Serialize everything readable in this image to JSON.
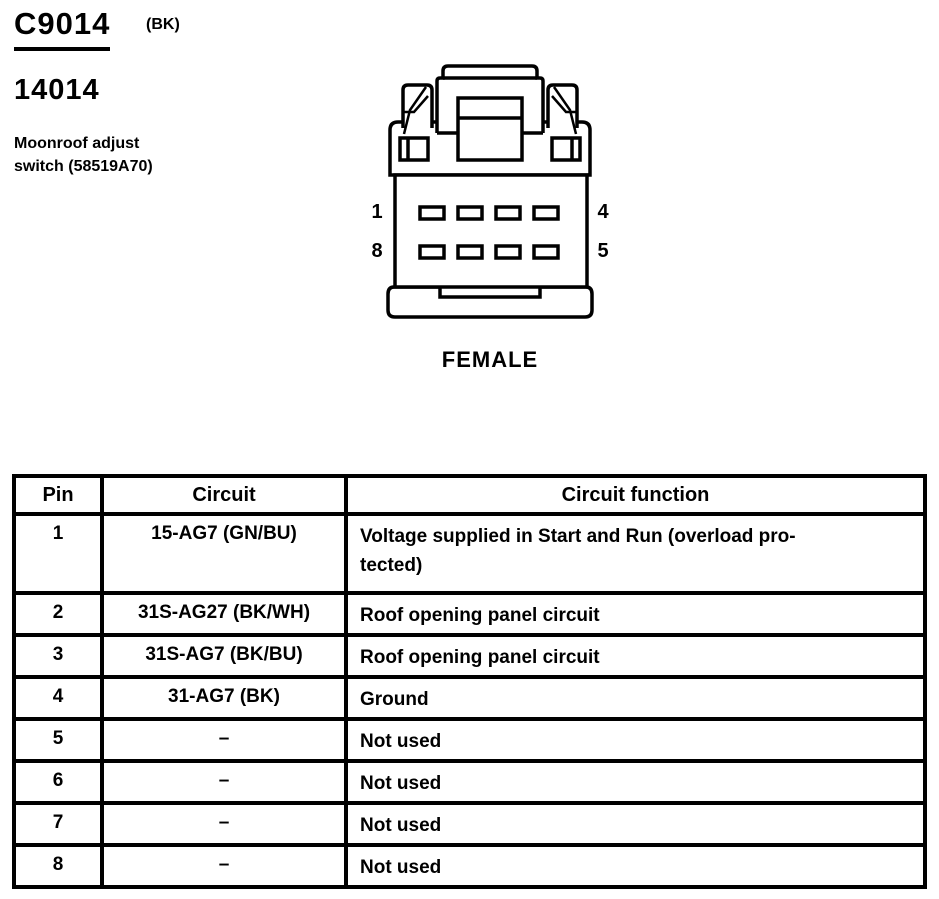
{
  "header": {
    "connector_id": "C9014",
    "color_code": "(BK)",
    "part_number": "14014",
    "description_line1": "Moonroof adjust",
    "description_line2": "switch (58519A70)"
  },
  "diagram": {
    "gender": "FEMALE",
    "pin_rows": 2,
    "pins_per_row": 4,
    "pin_labels": {
      "top_left": "1",
      "top_right": "4",
      "bottom_left": "8",
      "bottom_right": "5"
    }
  },
  "table": {
    "headers": [
      "Pin",
      "Circuit",
      "Circuit function"
    ],
    "rows": [
      {
        "pin": "1",
        "circuit": "15-AG7 (GN/BU)",
        "function": "Voltage supplied in Start and Run (overload pro-\ntected)"
      },
      {
        "pin": "2",
        "circuit": "31S-AG27 (BK/WH)",
        "function": "Roof opening panel circuit"
      },
      {
        "pin": "3",
        "circuit": "31S-AG7 (BK/BU)",
        "function": "Roof opening panel circuit"
      },
      {
        "pin": "4",
        "circuit": "31-AG7 (BK)",
        "function": "Ground"
      },
      {
        "pin": "5",
        "circuit": "–",
        "function": "Not used"
      },
      {
        "pin": "6",
        "circuit": "–",
        "function": "Not used"
      },
      {
        "pin": "7",
        "circuit": "–",
        "function": "Not used"
      },
      {
        "pin": "8",
        "circuit": "–",
        "function": "Not used"
      }
    ]
  },
  "colors": {
    "ink": "#000000",
    "paper": "#ffffff"
  }
}
